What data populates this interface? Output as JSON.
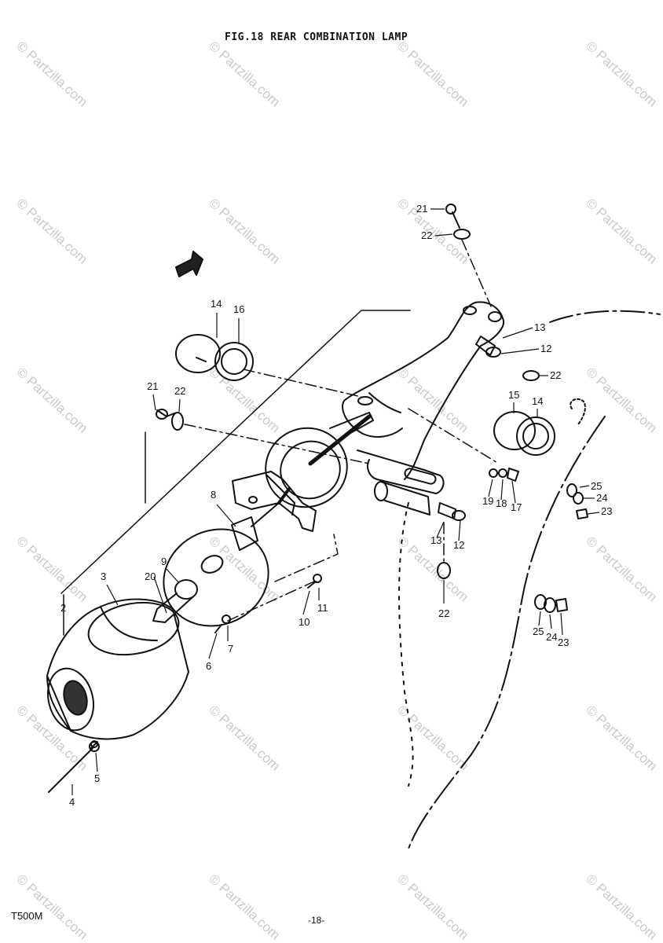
{
  "figure": {
    "title": "FIG.18  REAR COMBINATION LAMP",
    "model": "T500M",
    "page_number": "-18-"
  },
  "watermark": {
    "text": "© Partzilla.com"
  },
  "callouts": [
    "21",
    "22",
    "14",
    "16",
    "13",
    "12",
    "22",
    "21",
    "22",
    "15",
    "14",
    "25",
    "24",
    "23",
    "19",
    "18",
    "17",
    "8",
    "13",
    "12",
    "3",
    "20",
    "9",
    "2",
    "11",
    "10",
    "7",
    "6",
    "22",
    "25",
    "24",
    "23",
    "5",
    "4"
  ],
  "icons": [
    "direction-arrow-icon"
  ]
}
